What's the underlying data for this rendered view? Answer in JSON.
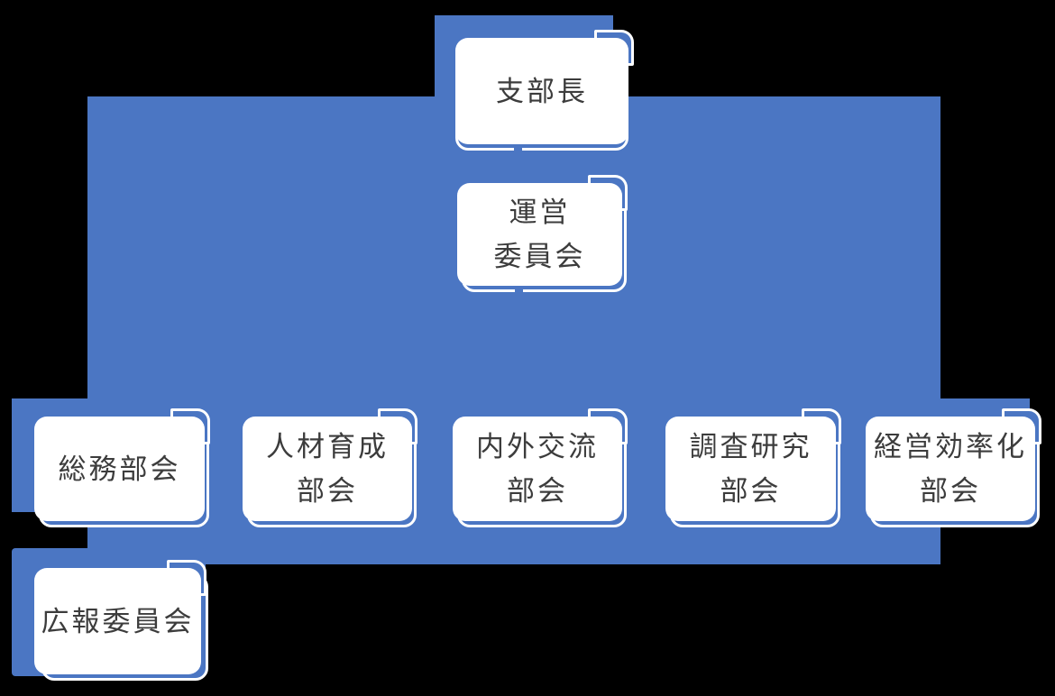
{
  "diagram": {
    "type": "org-chart",
    "accent_color": "#4b76c3",
    "box_color": "#ffffff",
    "text_color": "#3c3c3c",
    "nodes": {
      "shibucho": {
        "line1": "支部長"
      },
      "unei": {
        "line1": "運営",
        "line2": "委員会"
      },
      "soumu": {
        "line1": "総務部会"
      },
      "jinzai": {
        "line1": "人材育成",
        "line2": "部会"
      },
      "naigai": {
        "line1": "内外交流",
        "line2": "部会"
      },
      "chousa": {
        "line1": "調査研究",
        "line2": "部会"
      },
      "keiei": {
        "line1": "経営効率化",
        "line2": "部会"
      },
      "kouhou": {
        "line1": "広報委員会"
      }
    }
  }
}
